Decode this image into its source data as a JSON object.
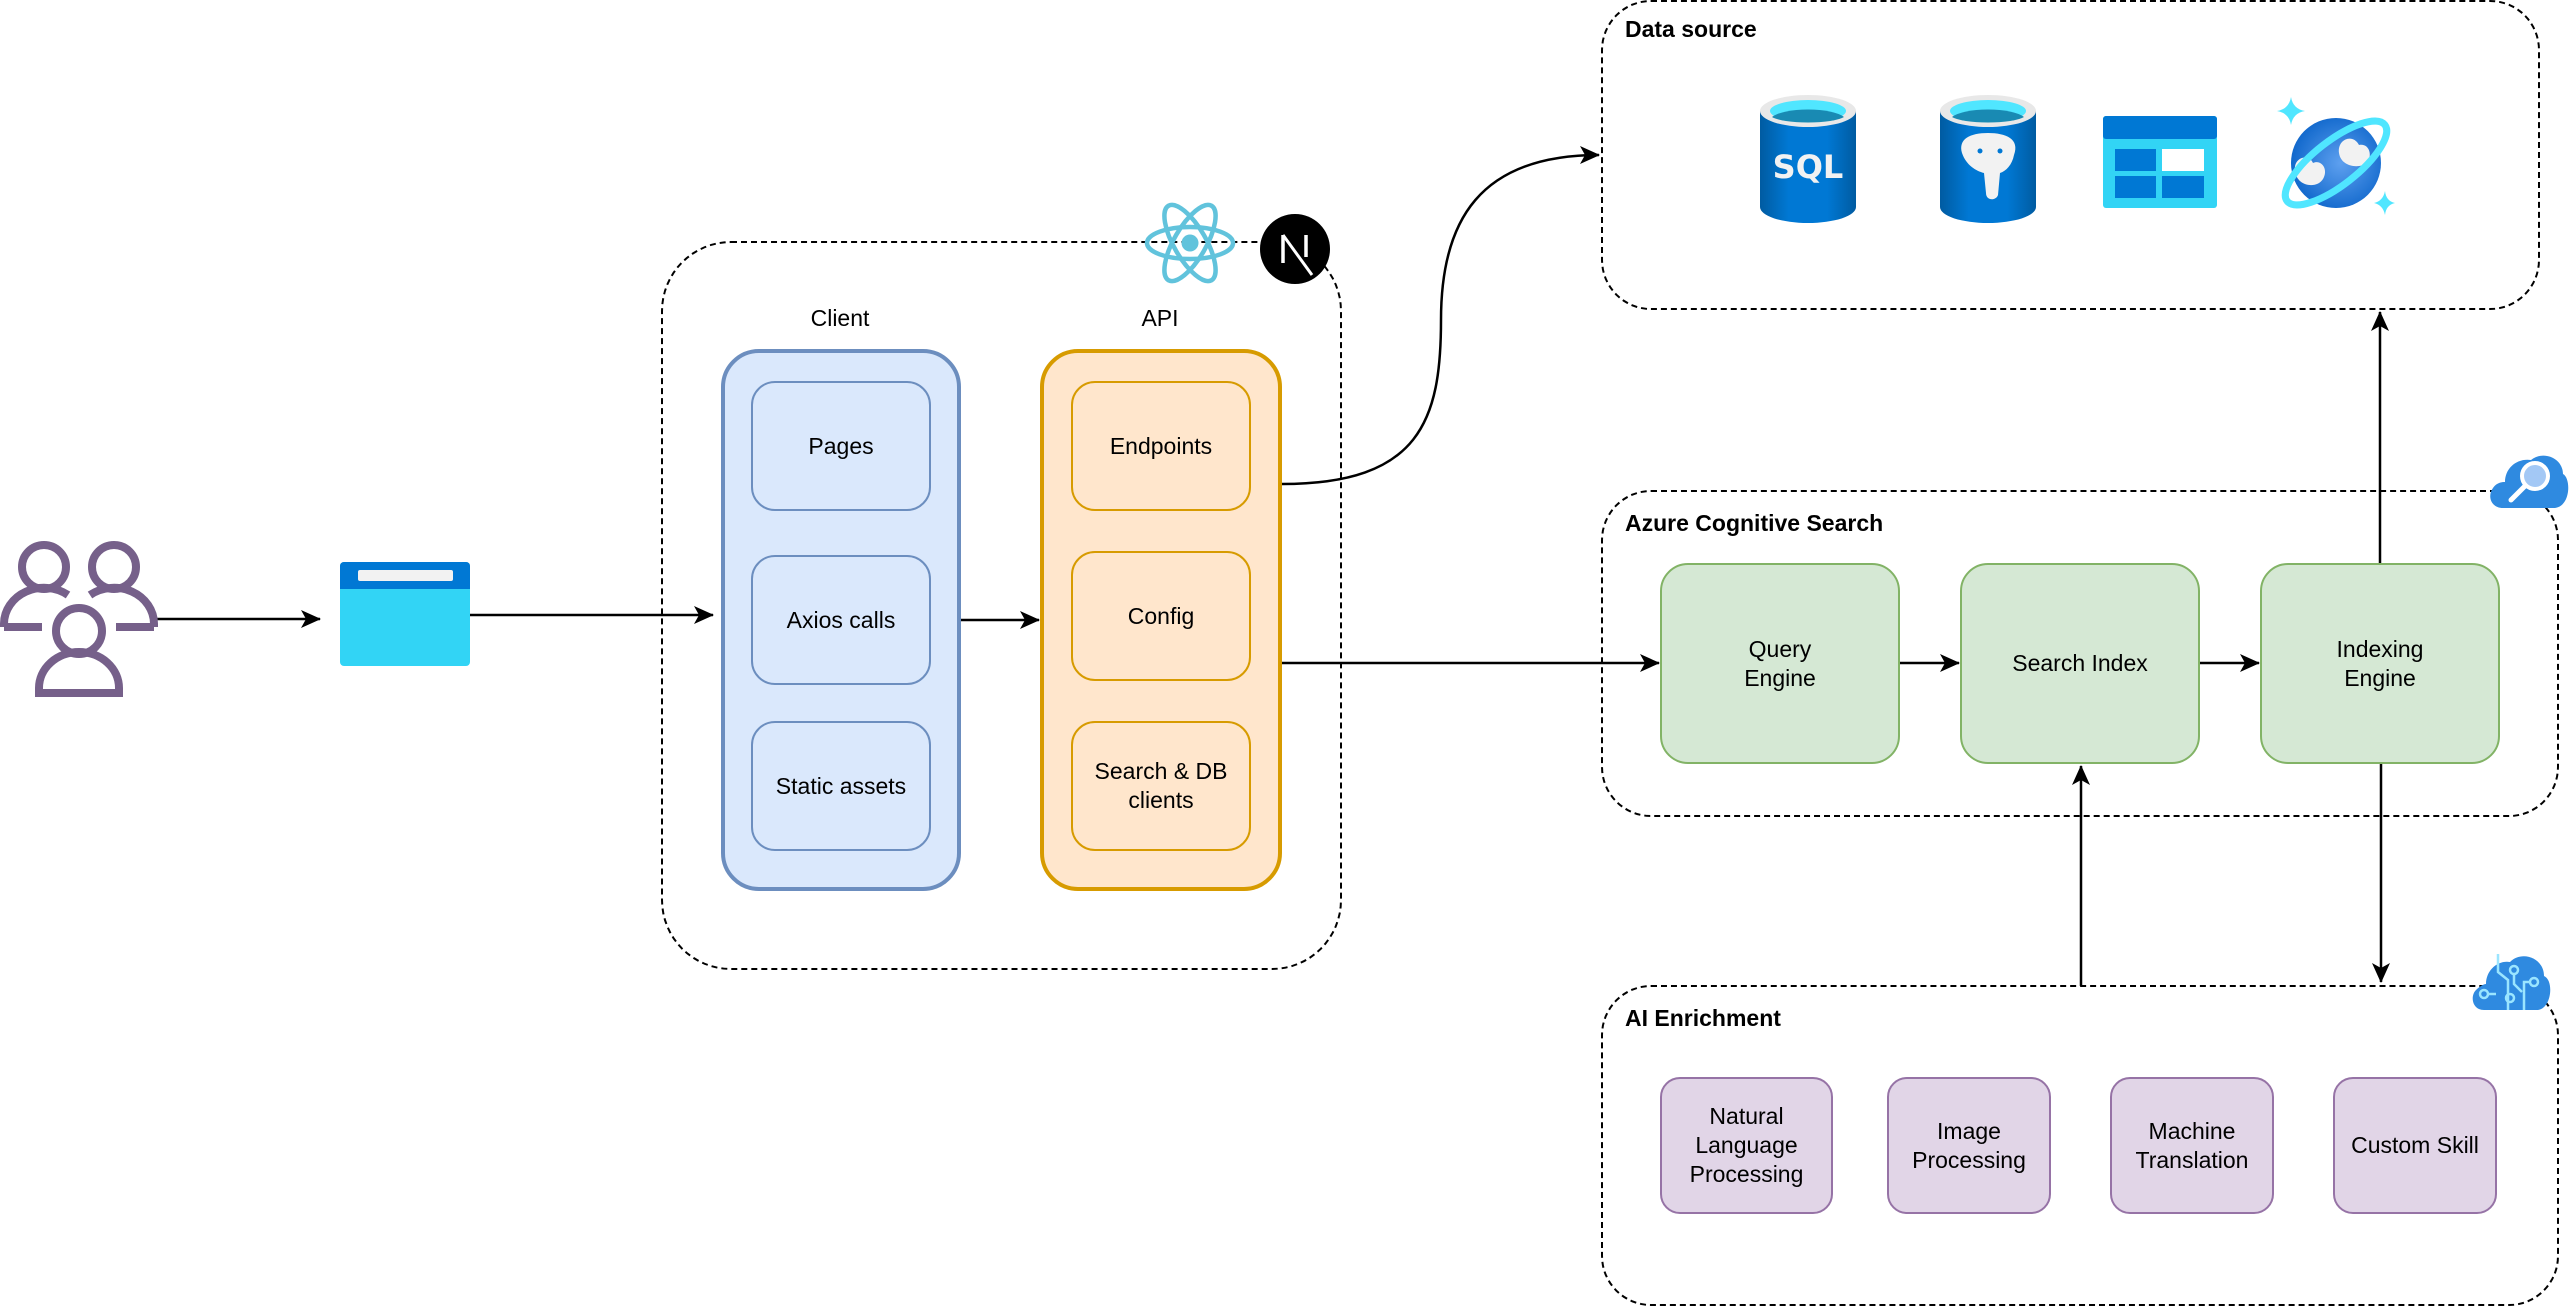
{
  "diagram": {
    "actors": {
      "users_icon": "users-icon",
      "browser_icon": "browser-window-icon"
    },
    "nextjs_app": {
      "framework_icons": [
        "react-logo-icon",
        "nextjs-logo-icon"
      ],
      "client": {
        "label": "Client",
        "items": [
          "Pages",
          "Axios calls",
          "Static assets"
        ]
      },
      "api": {
        "label": "API",
        "items": [
          "Endpoints",
          "Config",
          "Search & DB\nclients"
        ]
      }
    },
    "data_source": {
      "title": "Data source",
      "icons": [
        "azure-sql-database-icon",
        "postgresql-database-icon",
        "table-storage-icon",
        "cosmos-db-icon"
      ]
    },
    "cognitive_search": {
      "title": "Azure Cognitive Search",
      "icon": "cognitive-search-cloud-icon",
      "components": [
        "Query\nEngine",
        "Search Index",
        "Indexing\nEngine"
      ]
    },
    "ai_enrichment": {
      "title": "AI Enrichment",
      "icon": "cognitive-services-cloud-icon",
      "skills": [
        "Natural\nLanguage\nProcessing",
        "Image\nProcessing",
        "Machine\nTranslation",
        "Custom Skill"
      ]
    },
    "connections": [
      {
        "from": "Users",
        "to": "Browser"
      },
      {
        "from": "Browser",
        "to": "Client"
      },
      {
        "from": "Client (Axios calls)",
        "to": "API"
      },
      {
        "from": "API (Endpoints)",
        "to": "Data source"
      },
      {
        "from": "API",
        "to": "Query Engine"
      },
      {
        "from": "Query Engine",
        "to": "Search Index"
      },
      {
        "from": "Search Index",
        "to": "Indexing Engine"
      },
      {
        "from": "Indexing Engine",
        "to": "Data source"
      },
      {
        "from": "Indexing Engine",
        "to": "AI Enrichment"
      },
      {
        "from": "AI Enrichment",
        "to": "Search Index"
      }
    ],
    "colors": {
      "client_fill": "#dae8fc",
      "client_stroke": "#6c8ebf",
      "api_fill": "#ffe6cc",
      "api_stroke": "#d79b00",
      "search_fill": "#d5e8d4",
      "search_stroke": "#82b366",
      "ai_fill": "#e1d5e7",
      "ai_stroke": "#9673a6",
      "users": "#76608a",
      "azure_blue": "#0078d4",
      "azure_cyan": "#32d4f5"
    }
  }
}
